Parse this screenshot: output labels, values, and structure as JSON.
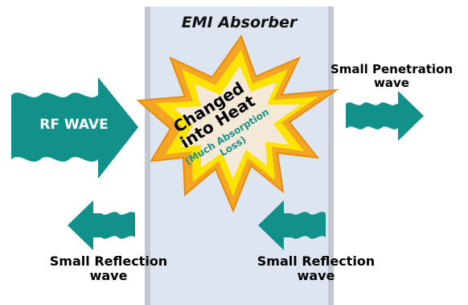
{
  "title": "EMI Absorber",
  "rf_wave_label": "RF WAVE",
  "penetration_label": [
    "Small Penetration",
    "wave"
  ],
  "reflection_left_label": [
    "Small Reflection",
    "wave"
  ],
  "reflection_right_label": [
    "Small Reflection",
    "wave"
  ],
  "burst_main": [
    "Changed",
    "into Heat"
  ],
  "burst_sub": [
    "(Much Absorption",
    "Loss)"
  ],
  "colors": {
    "arrow": "#12918b",
    "absorber_fill": "#dde6f0",
    "absorber_edge": "#c3c8d0",
    "burst_outer": "#f5a524",
    "burst_inner": "#fde400",
    "burst_core": "#f4e8d6"
  }
}
